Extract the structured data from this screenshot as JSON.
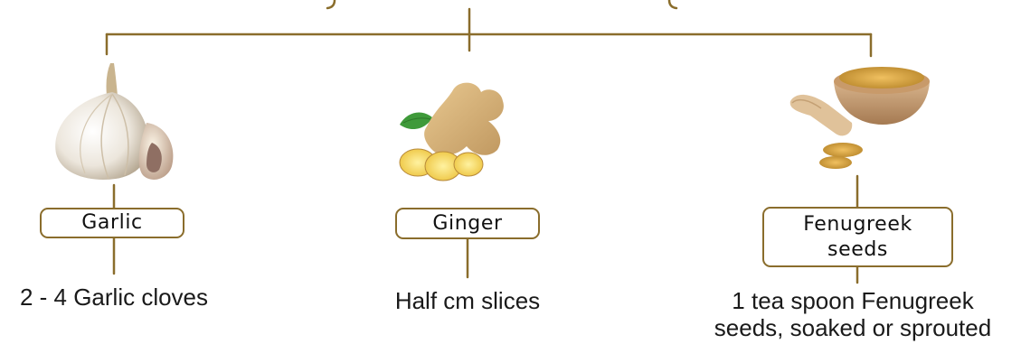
{
  "colors": {
    "connector": "#8a6d2c",
    "box_border": "#8a6d2c",
    "text": "#111111"
  },
  "items": [
    {
      "label": "Garlic",
      "caption": "2 - 4 Garlic cloves",
      "icon": "garlic-bulb-icon"
    },
    {
      "label": "Ginger",
      "caption": "Half cm slices",
      "icon": "ginger-root-icon"
    },
    {
      "label_line1": "Fenugreek",
      "label_line2": "seeds",
      "caption_line1": "1 tea spoon Fenugreek",
      "caption_line2": "seeds, soaked or sprouted",
      "icon": "fenugreek-bowl-icon"
    }
  ]
}
